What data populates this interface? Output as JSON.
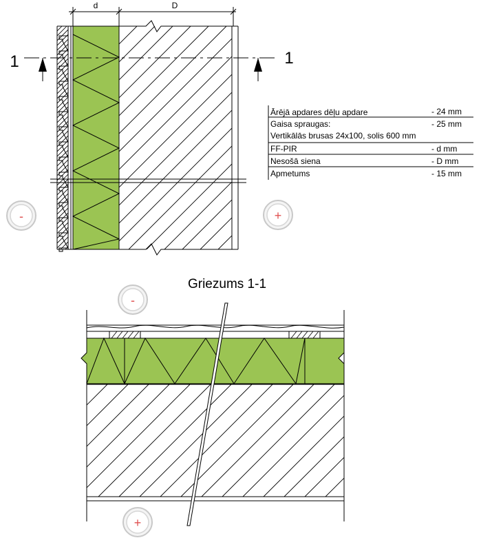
{
  "dimensions": {
    "insulation": "d",
    "wall": "D"
  },
  "section_marker": {
    "label_left": "1",
    "label_right": "1"
  },
  "signs": {
    "outer": "-",
    "inner": "+"
  },
  "section_title": "Griezums 1-1",
  "legend": [
    {
      "name": "Ārējā apdares dēļu apdare",
      "value": "- 24 mm"
    },
    {
      "name": "Gaisa spraugas:",
      "value": "- 25 mm",
      "sub": "Vertikālās brusas 24x100, solis 600 mm"
    },
    {
      "name": "FF-PIR",
      "value": "- d mm"
    },
    {
      "name": "Nesošā siena",
      "value": "- D mm"
    },
    {
      "name": "Apmetums",
      "value": "- 15 mm"
    }
  ],
  "colors": {
    "insulation": "#9bc453",
    "line": "#000000",
    "badge_ring": "#c8c8c8",
    "badge_sign": "#e05050"
  }
}
